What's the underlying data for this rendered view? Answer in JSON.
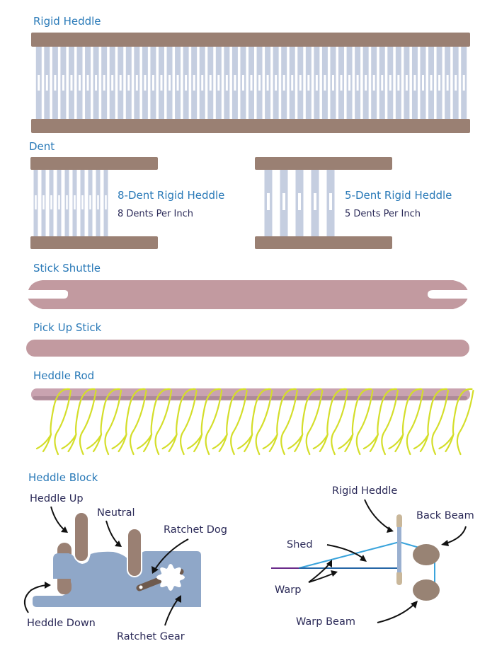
{
  "colors": {
    "heading": "#2a7ab8",
    "callout_text": "#2b2a58",
    "frame_brown": "#9a8073",
    "slat_blue": "#c5cee0",
    "stick_pink": "#c29aa0",
    "rod_pink": "#c9a3b0",
    "rod_shadow": "#ad8a98",
    "string_yellow": "#d4de2a",
    "block_blue": "#8fa7c8",
    "peg_brown": "#9a8073",
    "beam_brown": "#988374",
    "warp_light": "#3aa4dc",
    "warp_dark": "#2566a6",
    "cloth_purple": "#6a2a8a",
    "heddle_post": "#c9b79a",
    "heddle_bar": "#9ab0d0"
  },
  "sections": {
    "rigid_heddle": {
      "title": "Rigid Heddle",
      "slat_count": 53
    },
    "dent": {
      "title": "Dent",
      "eight_dent": {
        "title": "8-Dent Rigid Heddle",
        "subtitle": "8 Dents Per Inch",
        "slat_count": 10
      },
      "five_dent": {
        "title": "5-Dent Rigid Heddle",
        "subtitle": "5 Dents Per Inch",
        "slat_count": 5
      }
    },
    "stick_shuttle": {
      "title": "Stick Shuttle"
    },
    "pick_up_stick": {
      "title": "Pick Up Stick"
    },
    "heddle_rod": {
      "title": "Heddle Rod",
      "loop_count": 17
    },
    "heddle_block": {
      "title": "Heddle Block",
      "labels": {
        "heddle_up": "Heddle Up",
        "neutral": "Neutral",
        "ratchet_dog": "Ratchet Dog",
        "heddle_down": "Heddle Down",
        "ratchet_gear": "Ratchet Gear"
      }
    },
    "loom_side_view": {
      "labels": {
        "rigid_heddle": "Rigid Heddle",
        "back_beam": "Back Beam",
        "shed": "Shed",
        "warp": "Warp",
        "warp_beam": "Warp Beam"
      }
    }
  }
}
